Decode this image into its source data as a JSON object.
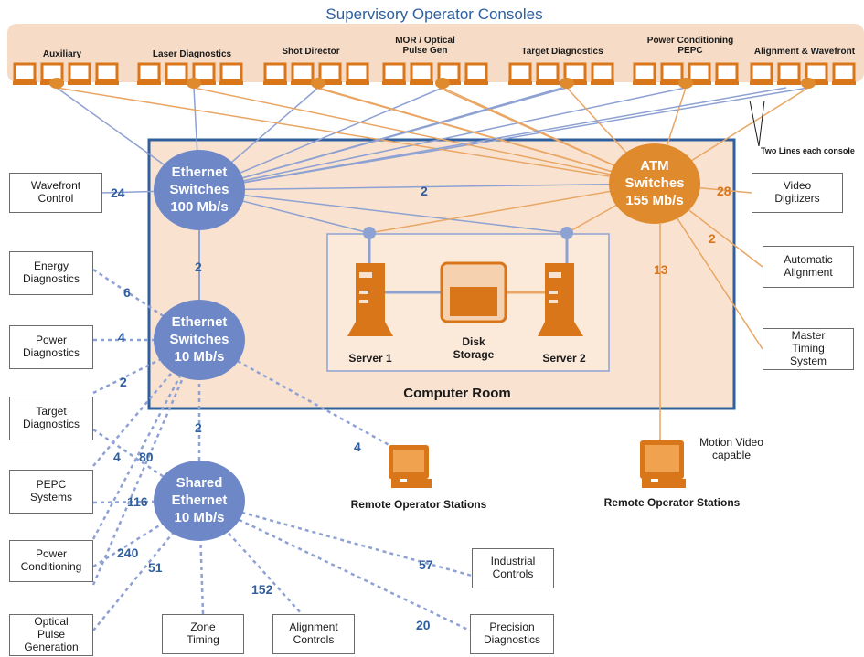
{
  "title": "Supervisory Operator Consoles",
  "console_groups": [
    {
      "label": "Auxiliary"
    },
    {
      "label": "Laser Diagnostics"
    },
    {
      "label": "Shot Director"
    },
    {
      "label": "MOR / Optical\nPulse Gen"
    },
    {
      "label": "Target Diagnostics"
    },
    {
      "label": "Power Conditioning\nPEPC"
    },
    {
      "label": "Alignment & Wavefront"
    }
  ],
  "two_lines_note": "Two Lines each console",
  "computer_room_label": "Computer Room",
  "hubs": {
    "eth100": {
      "label": "Ethernet\nSwitches\n100 Mb/s"
    },
    "eth10": {
      "label": "Ethernet\nSwitches\n10 Mb/s"
    },
    "shared": {
      "label": "Shared\nEthernet\n10 Mb/s"
    },
    "atm": {
      "label": "ATM\nSwitches\n155 Mb/s"
    }
  },
  "servers": {
    "server1": "Server 1",
    "disk": "Disk\nStorage",
    "server2": "Server 2"
  },
  "left_boxes": {
    "wavefront": "Wavefront\nControl",
    "energy": "Energy\nDiagnostics",
    "power_diag": "Power\nDiagnostics",
    "target_diag": "Target\nDiagnostics",
    "pepc": "PEPC\nSystems",
    "power_cond": "Power\nConditioning",
    "optical_pulse": "Optical\nPulse\nGeneration"
  },
  "bottom_boxes": {
    "zone": "Zone\nTiming",
    "alignment": "Alignment\nControls",
    "precision": "Precision\nDiagnostics",
    "industrial": "Industrial\nControls"
  },
  "right_boxes": {
    "video": "Video\nDigitizers",
    "auto_align": "Automatic\nAlignment",
    "master_timing": "Master\nTiming\nSystem"
  },
  "remote": {
    "left": "Remote Operator Stations",
    "right": "Remote Operator Stations",
    "motion": "Motion Video\ncapable"
  },
  "link_counts": {
    "wavefront": "24",
    "eth100_eth10": "2",
    "eth100_atm": "2",
    "energy": "6",
    "power_diag": "4",
    "target_diag": "2",
    "pepc_eth10": "4",
    "target_shared": "80",
    "eth10_shared": "2",
    "pepc_shared": "116",
    "power_cond": "240",
    "optical": "51",
    "alignment": "152",
    "precision": "20",
    "industrial": "57",
    "remote_left": "4",
    "video": "28",
    "auto_align": "2",
    "atm_remote": "13"
  },
  "colors": {
    "console_band": "#f6dcc6",
    "computer_room_fill": "#f9e2cf",
    "computer_room_border": "#2f5f9e",
    "hub_blue": "#6d87c7",
    "hub_orange": "#e08a2e",
    "line_blue": "#8ea1d3",
    "line_orange": "#e9a664",
    "dashed_blue": "#8ea1d3",
    "monitor_orange": "#d9761a",
    "text_blue": "#2f5f9e"
  }
}
